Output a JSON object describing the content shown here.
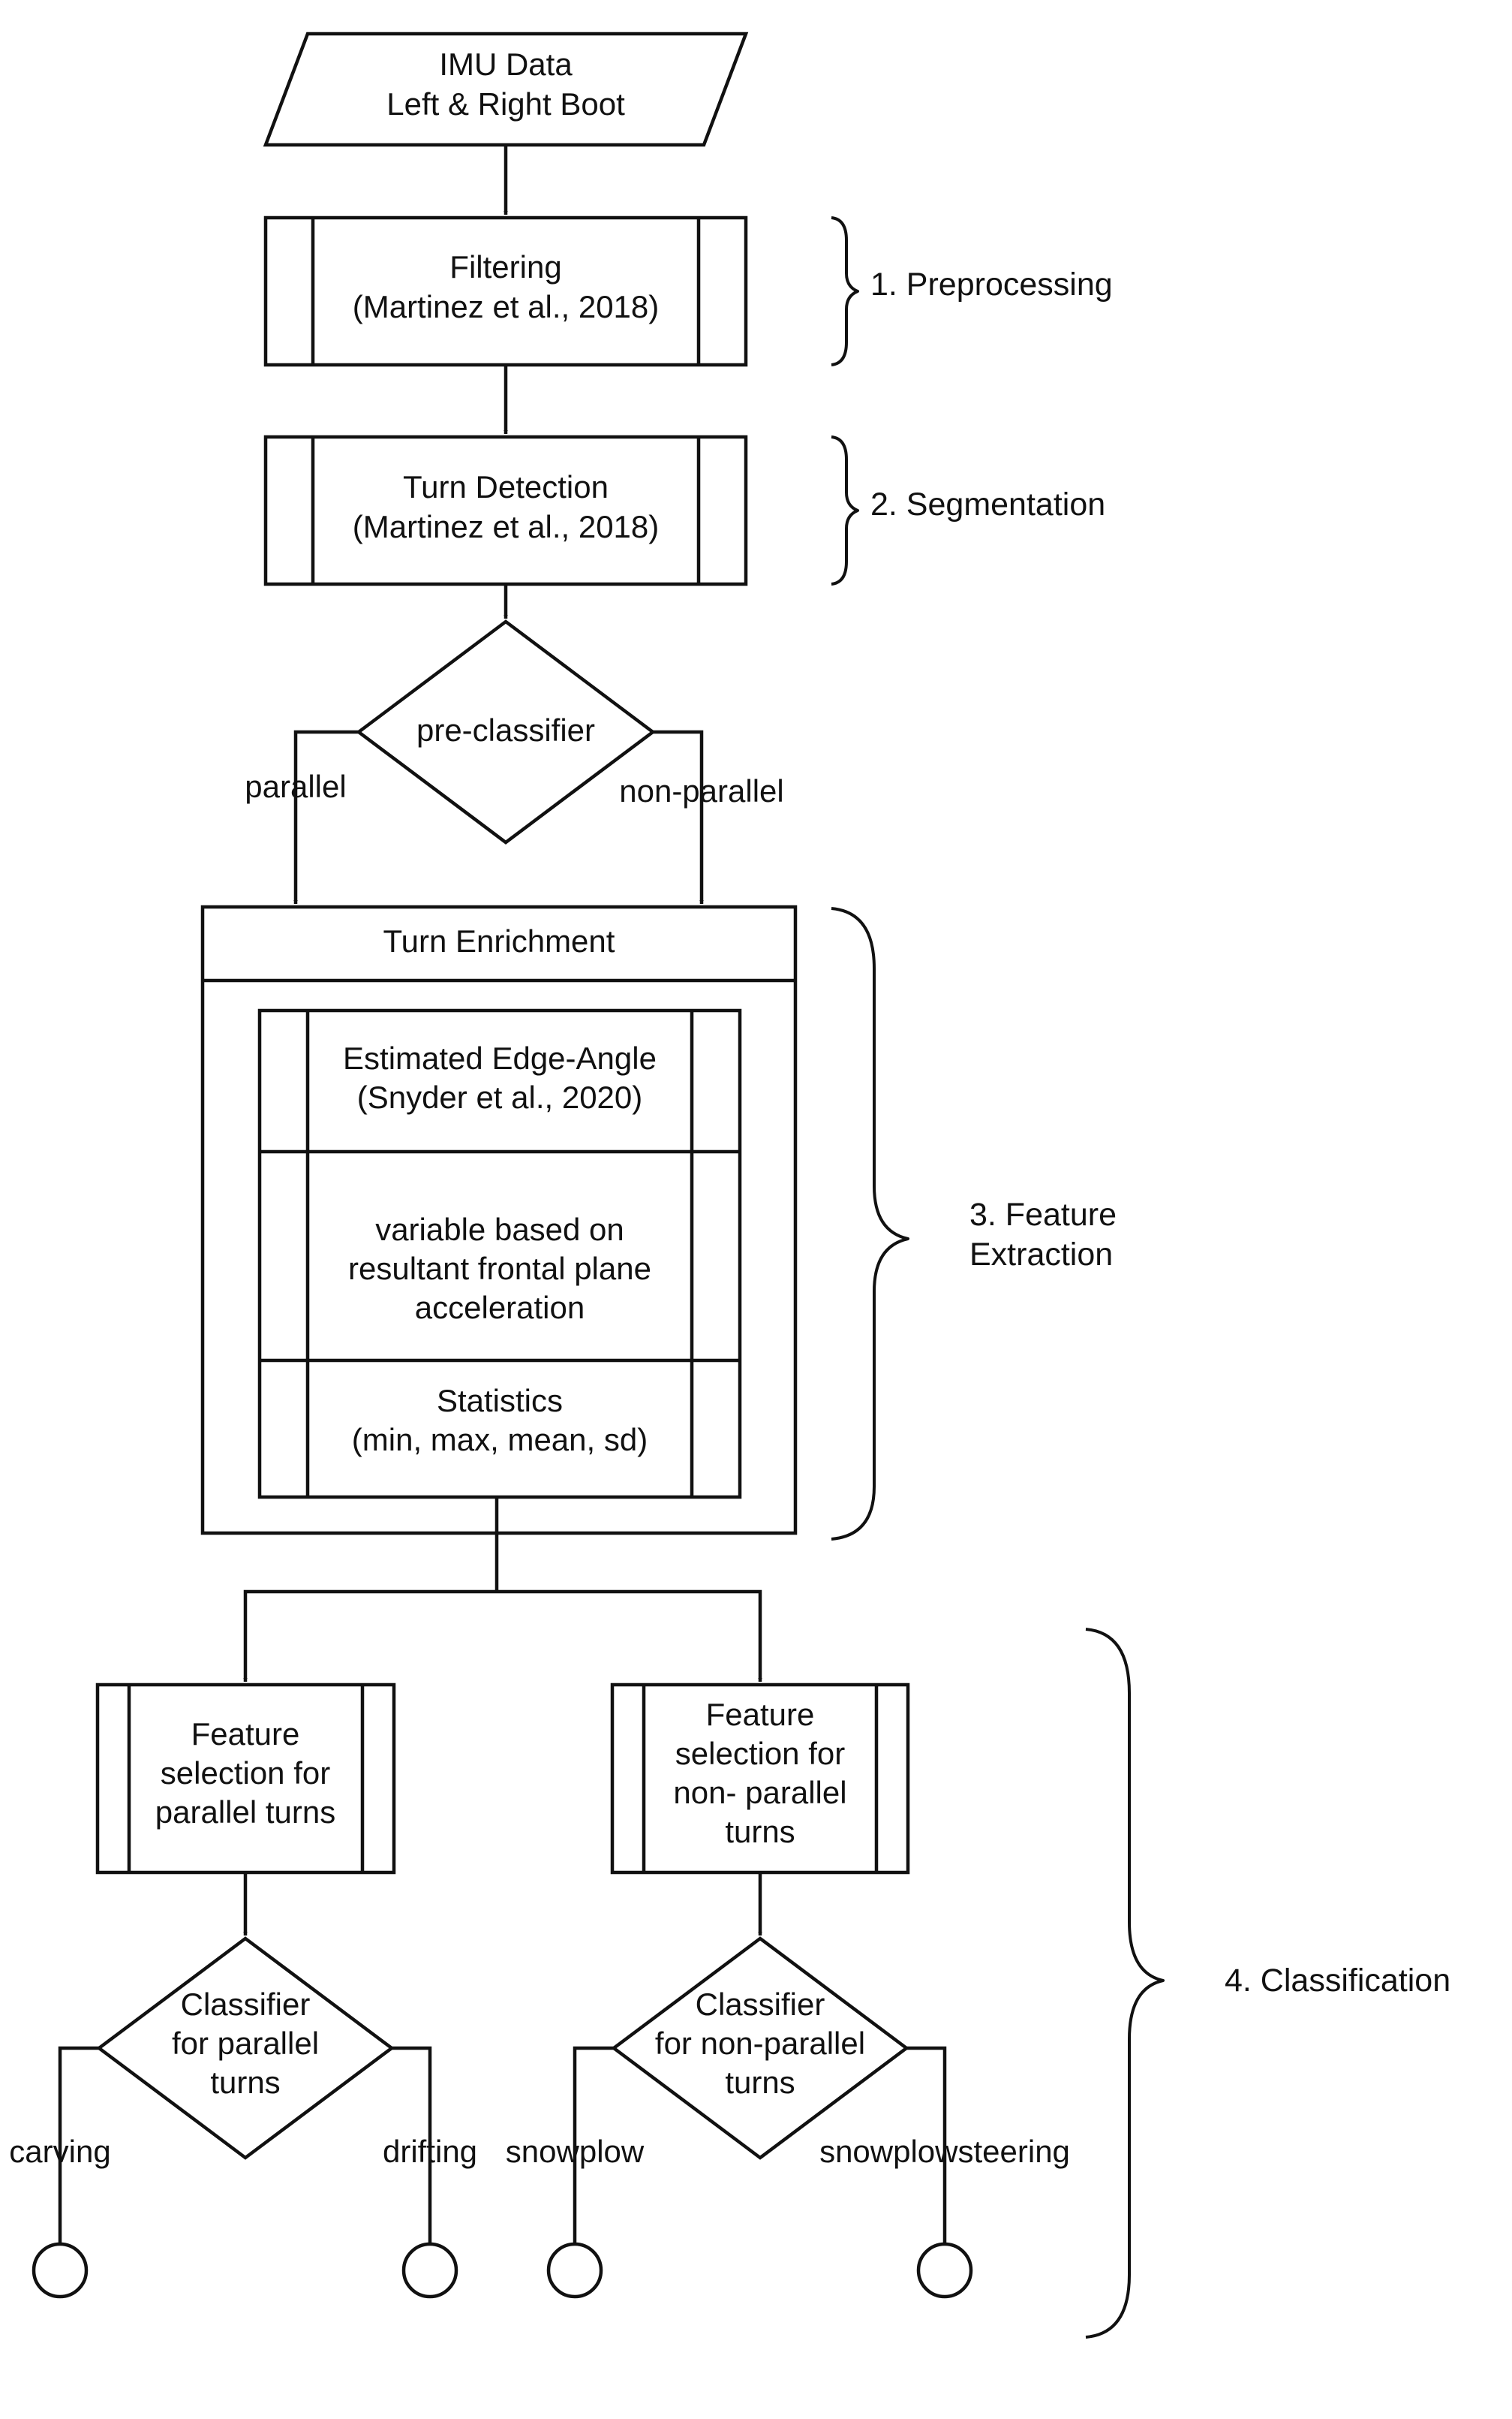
{
  "nodes": {
    "imu_data": {
      "line1": "IMU Data",
      "line2": "Left & Right Boot"
    },
    "filtering": {
      "line1": "Filtering",
      "line2": "(Martinez et al., 2018)"
    },
    "turn_detection": {
      "line1": "Turn Detection",
      "line2": "(Martinez et al., 2018)"
    },
    "pre_classifier": {
      "label": "pre-classifier"
    },
    "turn_enrichment": {
      "title": "Turn Enrichment",
      "edge_angle": {
        "line1": "Estimated Edge-Angle",
        "line2": "(Snyder et al., 2020)"
      },
      "variable": {
        "line1": "variable based on",
        "line2": "resultant frontal plane",
        "line3": "acceleration"
      },
      "statistics": {
        "line1": "Statistics",
        "line2": "(min, max, mean, sd)"
      }
    },
    "feature_parallel": {
      "line1": "Feature",
      "line2": "selection for",
      "line3": "parallel turns"
    },
    "feature_nonparallel": {
      "line1": "Feature",
      "line2": "selection for",
      "line3": "non- parallel",
      "line4": "turns"
    },
    "classifier_parallel": {
      "line1": "Classifier",
      "line2": "for parallel",
      "line3": "turns"
    },
    "classifier_nonparallel": {
      "line1": "Classifier",
      "line2": "for non-parallel",
      "line3": "turns"
    }
  },
  "edges": {
    "parallel": "parallel",
    "non_parallel": "non-parallel",
    "carving": "carving",
    "drifting": "drifting",
    "snowplow": "snowplow",
    "snowplowsteering": "snowplowsteering"
  },
  "stages": {
    "preprocessing": "1. Preprocessing",
    "segmentation": "2. Segmentation",
    "feature_extraction": {
      "line1": "3. Feature",
      "line2": "Extraction"
    },
    "classification": "4. Classification"
  }
}
